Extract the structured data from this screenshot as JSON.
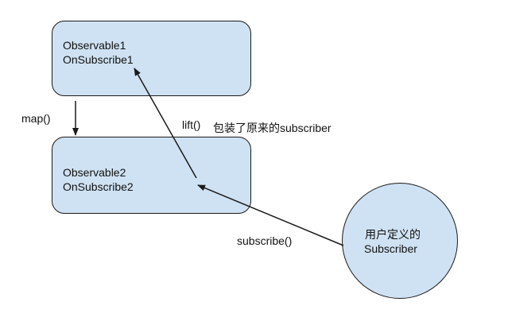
{
  "nodes": {
    "observable1": {
      "line1": "Observable1",
      "line2": "OnSubscribe1"
    },
    "observable2": {
      "line1": "Observable2",
      "line2": "OnSubscribe2"
    },
    "subscriber": {
      "line1": "用户定义的",
      "line2": "Subscriber"
    }
  },
  "edges": {
    "map_label": "map()",
    "lift_label": "lift()",
    "lift_note": "包装了原来的subscriber",
    "subscribe_label": "subscribe()"
  },
  "colors": {
    "node_fill": "#cfe2f3",
    "stroke": "#1a1a1a",
    "text": "#111111"
  }
}
